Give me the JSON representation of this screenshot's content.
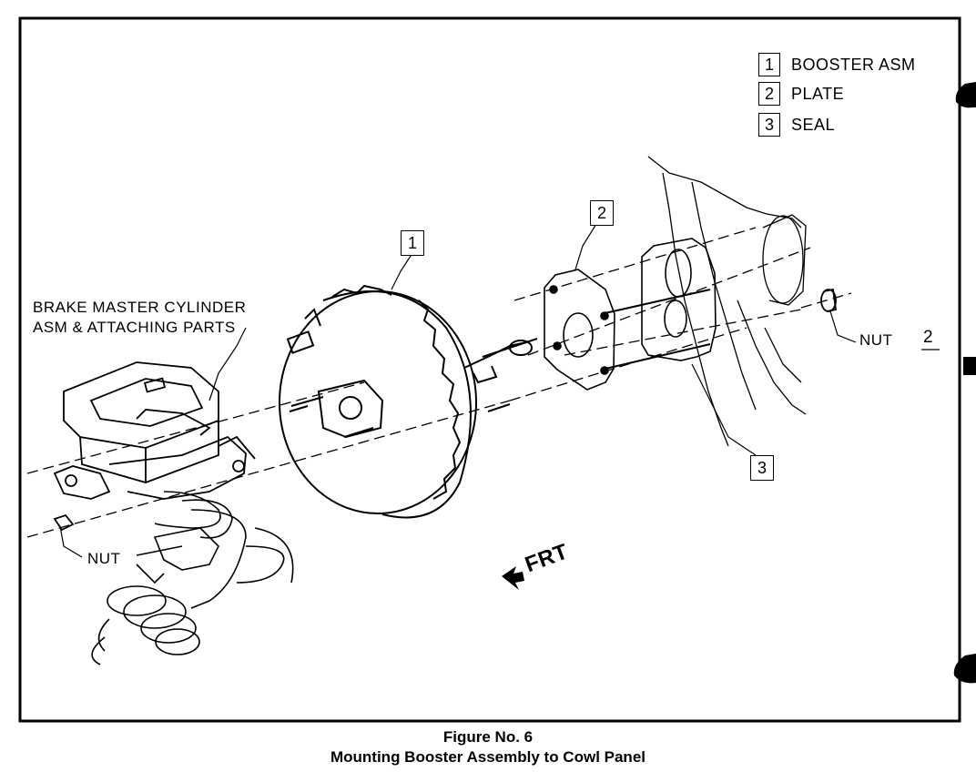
{
  "legend": [
    {
      "num": "1",
      "label": "BOOSTER ASM"
    },
    {
      "num": "2",
      "label": "PLATE"
    },
    {
      "num": "3",
      "label": "SEAL"
    }
  ],
  "callouts": {
    "booster": "1",
    "plate": "2",
    "seal": "3",
    "nut_right_num": "2"
  },
  "labels": {
    "master_cylinder_line1": "BRAKE MASTER CYLINDER",
    "master_cylinder_line2": "ASM & ATTACHING PARTS",
    "nut_left": "NUT",
    "nut_right": "NUT",
    "front": "FRT"
  },
  "caption": {
    "line1": "Figure No. 6",
    "line2": "Mounting Booster Assembly to Cowl Panel"
  }
}
